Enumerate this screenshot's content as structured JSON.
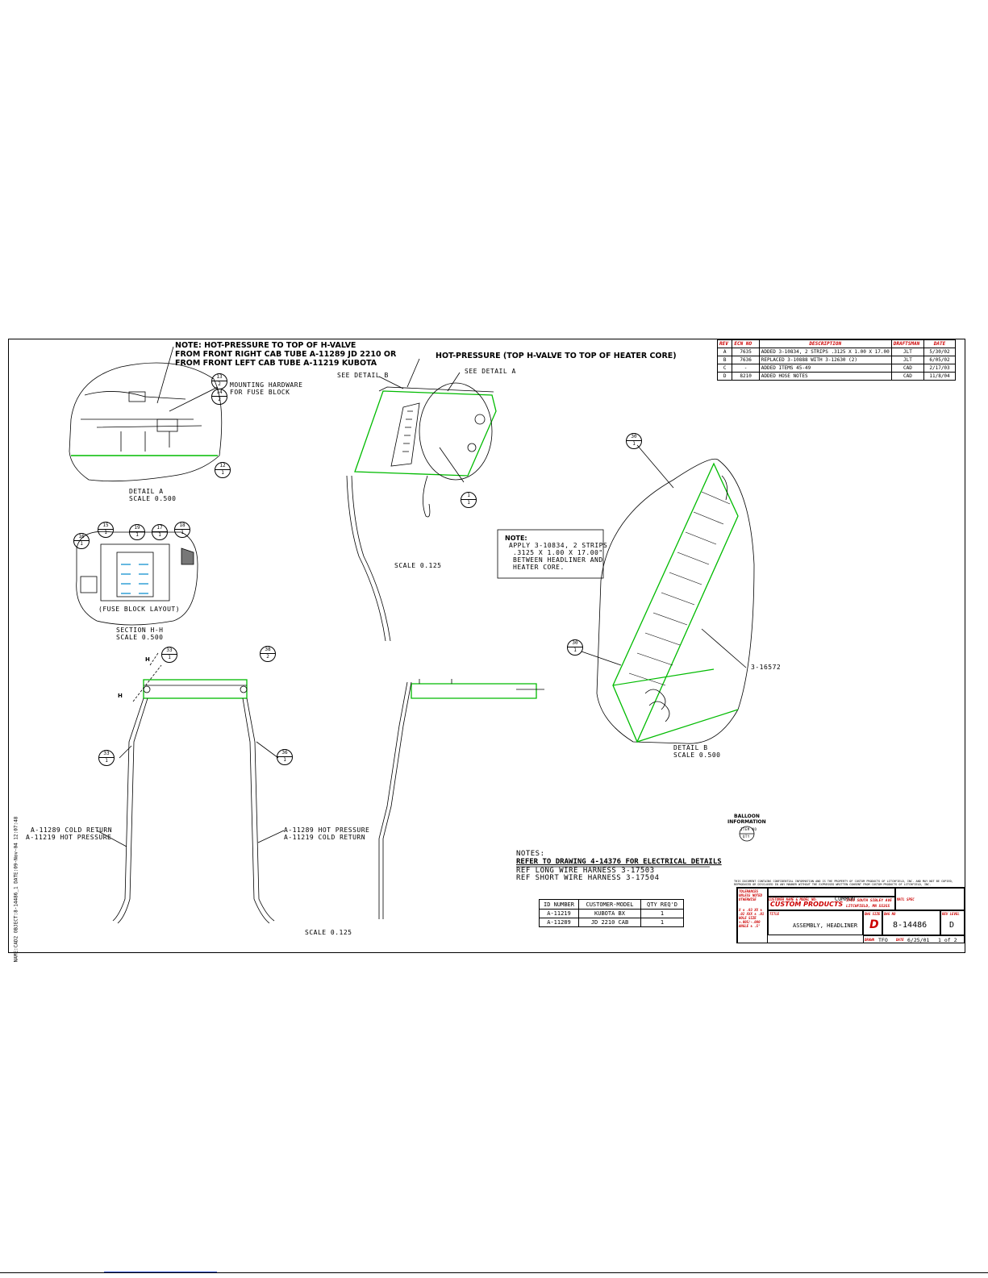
{
  "rev_table": {
    "headers": [
      "REV",
      "ECN NO",
      "DESCRIPTION",
      "DRAFTSMAN",
      "DATE"
    ],
    "rows": [
      [
        "A",
        "7635",
        "ADDED 3-10834, 2 STRIPS .3125 X 1.00 X 17.00",
        "JLT",
        "5/30/02"
      ],
      [
        "B",
        "7636",
        "REPLACED 3-10888 WITH 3-12630 (2)",
        "JLT",
        "6/05/02"
      ],
      [
        "C",
        "-",
        "ADDED ITEMS 45-49",
        "CAD",
        "2/17/03"
      ],
      [
        "D",
        "8210",
        "ADDED HOSE NOTES",
        "CAD",
        "11/8/04"
      ]
    ]
  },
  "notes": {
    "hv_note_1": "NOTE:  HOT-PRESSURE TO TOP OF H-VALVE",
    "hv_note_2": "FROM FRONT RIGHT CAB TUBE A-11289 JD 2210 OR",
    "hv_note_3": "FROM FRONT LEFT CAB TUBE A-11219 KUBOTA",
    "hot_pressure": "HOT-PRESSURE (TOP H-VALVE TO TOP OF HEATER CORE)",
    "see_detail_b": "SEE DETAIL  B",
    "see_detail_a": "SEE DETAIL  A",
    "mounting_1": "MOUNTING HARDWARE",
    "mounting_2": "FOR FUSE BLOCK",
    "note_box_title": "NOTE:",
    "note_box_1": "APPLY 3-10834, 2 STRIPS",
    "note_box_2": ".3125 X 1.00 X 17.00\"",
    "note_box_3": "BETWEEN HEADLINER AND",
    "note_box_4": "HEATER CORE.",
    "part_3_16572": "3-16572",
    "notes_title": "NOTES:",
    "notes_1": "REFER TO DRAWING 4-14376 FOR ELECTRICAL DETAILS",
    "notes_2": "REF LONG WIRE HARNESS 3-17503",
    "notes_3": "REF SHORT WIRE HARNESS 3-17504",
    "left_tube_1": "A-11289 COLD RETURN",
    "left_tube_2": "A-11219 HOT PRESSURE",
    "right_tube_1": "A-11289 HOT PRESSURE",
    "right_tube_2": "A-11219 COLD RETURN",
    "balloon_1": "BALLOON",
    "balloon_2": "INFORMATION",
    "balloon_top": "ITEM NO",
    "balloon_bot": "QTY",
    "side_label": "NAME:CAD2  OBJECT:8-14486_1  DATE:09-Nov-04 12:07:48",
    "confidential": "THIS DOCUMENT CONTAINS CONFIDENTIAL INFORMATION AND IS THE PROPERTY OF CUSTOM PRODUCTS OF LITCHFIELD, INC. AND MAY NOT BE COPIED, REPRODUCED OR DISCLOSED IN ANY MANNER WITHOUT THE EXPRESSED WRITTEN CONSENT FROM CUSTOM PRODUCTS OF LITCHFIELD, INC."
  },
  "details": {
    "detail_a": "DETAIL  A",
    "detail_a_scale": "SCALE  0.500",
    "fuse_layout": "(FUSE BLOCK LAYOUT)",
    "section_hh": "SECTION  H-H",
    "section_hh_scale": "SCALE  0.500",
    "scale_top": "SCALE  0.125",
    "detail_b": "DETAIL  B",
    "detail_b_scale": "SCALE  0.500",
    "scale_bottom": "SCALE  0.125",
    "h_label": "H"
  },
  "balloons": [
    {
      "item": "13",
      "qty": "2"
    },
    {
      "item": "14",
      "qty": "2"
    },
    {
      "item": "12",
      "qty": "1"
    },
    {
      "item": "15",
      "qty": "1"
    },
    {
      "item": "16",
      "qty": "1"
    },
    {
      "item": "17",
      "qty": "1"
    },
    {
      "item": "18",
      "qty": "1"
    },
    {
      "item": "19",
      "qty": "1"
    },
    {
      "item": "1",
      "qty": "1"
    },
    {
      "item": "30",
      "qty": "1"
    },
    {
      "item": "30",
      "qty": "1"
    },
    {
      "item": "33",
      "qty": "1"
    },
    {
      "item": "38",
      "qty": "2"
    },
    {
      "item": "33",
      "qty": "1"
    },
    {
      "item": "36",
      "qty": "1"
    }
  ],
  "model_table": {
    "headers": [
      "ID NUMBER",
      "CUSTOMER-MODEL",
      "QTY REQ'D"
    ],
    "rows": [
      [
        "A-11219",
        "KUBOTA BX",
        "1"
      ],
      [
        "A-11289",
        "JD 2210 CAB",
        "1"
      ]
    ]
  },
  "title_block": {
    "tolerances": "TOLERANCES UNLESS NOTED OTHERWISE",
    "tol_values": "X ± .03  XX ± .02  XXX ± .01  HOLE SIZE +.005/-.000  ANGLE ± .5°",
    "customer_label": "CUSTOMER NAME & MODEL NO:",
    "customer_value": "COMMON",
    "mat_label": "MATL SPEC",
    "company": "CUSTOM PRODUCTS",
    "address_1": "1715 SOUTH SIBLEY AVE",
    "address_2": "LITCHFIELD, MN 55355",
    "title_label": "TITLE",
    "title": "ASSEMBLY, HEADLINER",
    "size_label": "DWG SIZE",
    "size": "D",
    "dwg_label": "DWG NO",
    "dwg_no": "8-14486",
    "rev_label": "REV LEVEL",
    "rev": "D",
    "drawn_label": "DRAWN",
    "drawn": "TFO",
    "date_label": "DATE",
    "date": "6/25/01",
    "sheet": "1 of 2"
  }
}
